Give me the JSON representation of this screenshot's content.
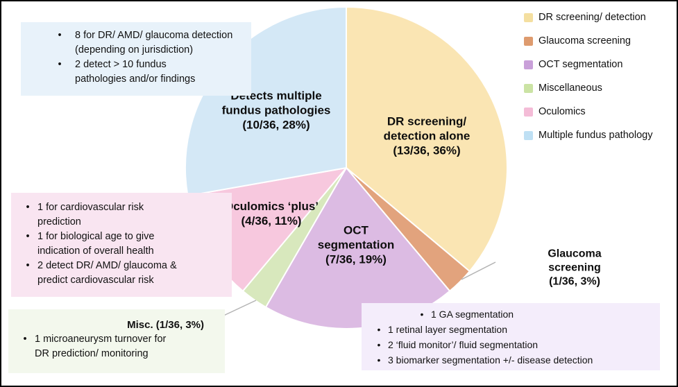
{
  "figure": {
    "background": "#ffffff",
    "border_color": "#000000",
    "leader_line_color": "#b3b3b3"
  },
  "chart_data": {
    "type": "pie",
    "title": "",
    "categories": [
      "DR screening/ detection",
      "Glaucoma screening",
      "OCT segmentation",
      "Miscellaneous",
      "Oculomics",
      "Multiple fundus pathology"
    ],
    "values": [
      13,
      1,
      7,
      1,
      4,
      10
    ],
    "total": 36,
    "percent_labels": [
      "36%",
      "3%",
      "19%",
      "3%",
      "11%",
      "28%"
    ],
    "colors": [
      "#FAE5B3",
      "#E2A37D",
      "#DCBBE3",
      "#D8E8BD",
      "#F7C8DE",
      "#D4E8F6"
    ],
    "legend_colors": [
      "#F4DFA0",
      "#DE9B6E",
      "#C9A0D9",
      "#CBE3A4",
      "#F4BCD7",
      "#BFE0F4"
    ],
    "start_angle": "top",
    "direction": "clockwise",
    "legend_position": "top-right",
    "slice_callouts": [
      "DR screening/\ndetection alone\n(13/36, 36%)",
      "Glaucoma screening\n(1/36, 3%)",
      "OCT\nsegmentation\n(7/36, 19%)",
      "Misc. (1/36, 3%)",
      "Oculomics ‘plus’\n(4/36, 11%)",
      "Detects multiple\nfundus pathologies\n(10/36, 28%)"
    ]
  },
  "legend": {
    "items": [
      {
        "label": "DR screening/ detection",
        "color": "#F4DFA0"
      },
      {
        "label": "Glaucoma screening",
        "color": "#DE9B6E"
      },
      {
        "label": "OCT segmentation",
        "color": "#C9A0D9"
      },
      {
        "label": "Miscellaneous",
        "color": "#CBE3A4"
      },
      {
        "label": "Oculomics",
        "color": "#F4BCD7"
      },
      {
        "label": "Multiple fundus pathology",
        "color": "#BFE0F4"
      }
    ]
  },
  "slice_labels": {
    "multiple_fundus": "Detects multiple\nfundus pathologies\n(10/36, 28%)",
    "dr_screening": "DR screening/\ndetection alone\n(13/36, 36%)",
    "oculomics": "Oculomics ‘plus’\n(4/36, 11%)",
    "oct_segmentation": "OCT\nsegmentation\n(7/36, 19%)",
    "glaucoma": "Glaucoma screening\n(1/36, 3%)"
  },
  "boxes": {
    "dr_detail": {
      "bg": "#E8F2FA",
      "lines": [
        {
          "bullet": "•",
          "text": "8 for DR/ AMD/ glaucoma detection"
        },
        {
          "bullet": "",
          "text": "(depending on jurisdiction)"
        },
        {
          "bullet": "•",
          "text": "2 detect > 10 fundus"
        },
        {
          "bullet": "",
          "text": "pathologies and/or findings"
        }
      ]
    },
    "oculomics_detail": {
      "bg": "#F9E5F1",
      "lines": [
        {
          "bullet": "•",
          "text": "1 for cardiovascular risk"
        },
        {
          "bullet": "",
          "text": "prediction"
        },
        {
          "bullet": "•",
          "text": "1 for biological age to give"
        },
        {
          "bullet": "",
          "text": "indication of overall health"
        },
        {
          "bullet": "•",
          "text": "2 detect DR/ AMD/ glaucoma &"
        },
        {
          "bullet": "",
          "text": "predict cardiovascular risk"
        }
      ]
    },
    "misc_detail": {
      "bg": "#F3F8ED",
      "title": "Misc. (1/36, 3%)",
      "lines": [
        {
          "bullet": "•",
          "text": "1 microaneurysm turnover for"
        },
        {
          "bullet": "",
          "text": "DR prediction/ monitoring"
        }
      ]
    },
    "oct_detail": {
      "bg": "#F4EDFB",
      "lines": [
        {
          "bullet": "•",
          "text": "1 GA segmentation"
        },
        {
          "bullet": "•",
          "text": "1 retinal layer segmentation"
        },
        {
          "bullet": "•",
          "text": "2 ‘fluid monitor’/ fluid segmentation"
        },
        {
          "bullet": "•",
          "text": "3 biomarker segmentation +/- disease detection"
        }
      ]
    }
  }
}
